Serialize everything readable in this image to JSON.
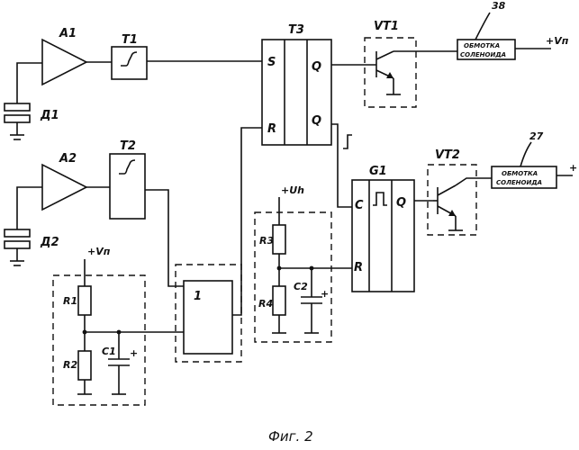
{
  "labels": {
    "a1": "А1",
    "a2": "А2",
    "t1": "Т1",
    "t2": "Т2",
    "t3": "Т3",
    "g1": "G1",
    "vt1": "VT1",
    "vt2": "VT2",
    "d1": "Д1",
    "d2": "Д2",
    "r1": "R1",
    "r2": "R2",
    "r3": "R3",
    "r4": "R4",
    "c1": "С1",
    "c2": "С2",
    "block1": "1",
    "ref38": "38",
    "ref27": "27",
    "winding_line1": "ОБМОТКА",
    "winding_line2": "СОЛЕНОИДА",
    "vn": "+Vп",
    "uh": "+Uh",
    "plus": "+",
    "pin_s": "S",
    "pin_r": "R",
    "pin_q": "Q",
    "pin_c": "C"
  },
  "caption": "Фиг. 2"
}
